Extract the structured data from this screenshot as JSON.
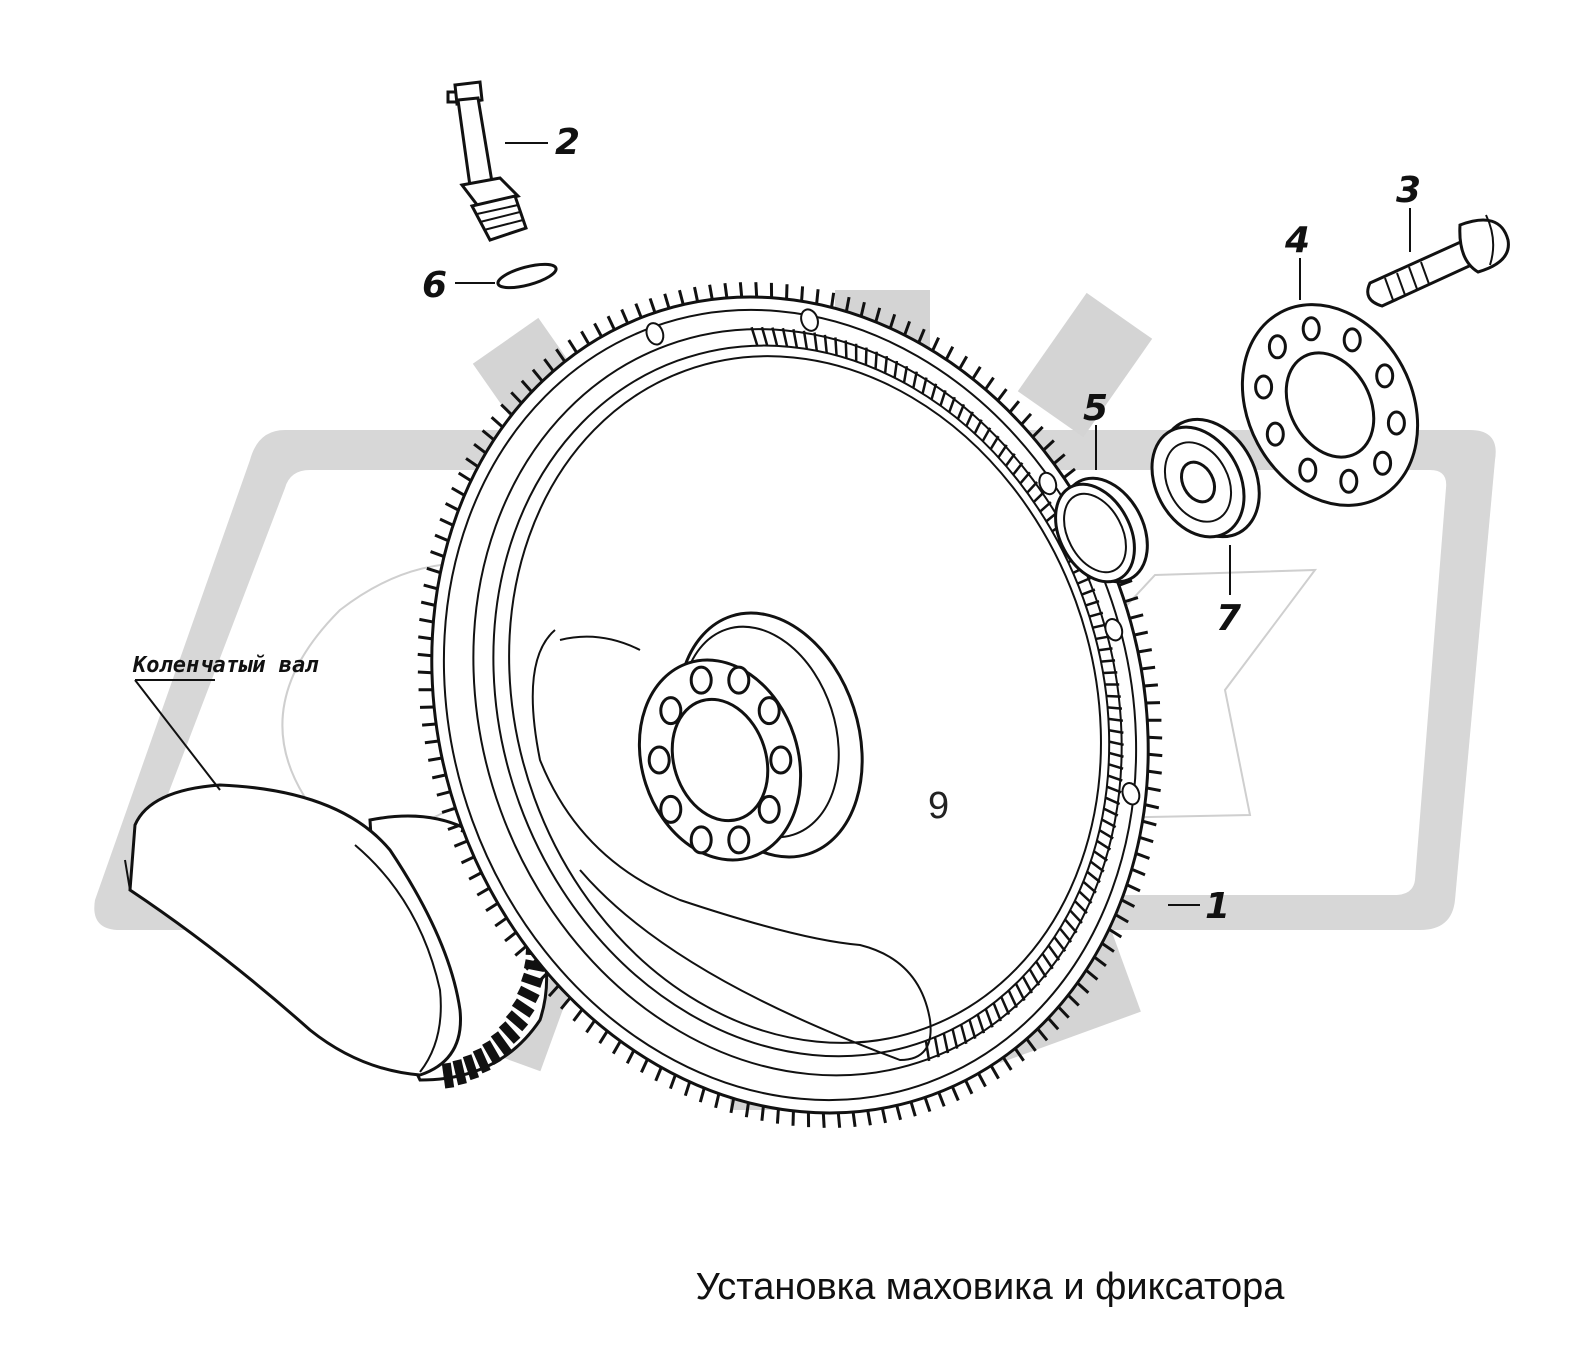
{
  "diagram": {
    "title": "Установка маховика и фиксатора",
    "crankshaft_label": "Коленчатый вал",
    "callouts": [
      "1",
      "2",
      "3",
      "4",
      "5",
      "6",
      "7",
      "9"
    ],
    "colors": {
      "ink": "#111111",
      "watermark": "#d7d7d7",
      "background": "#ffffff"
    }
  }
}
